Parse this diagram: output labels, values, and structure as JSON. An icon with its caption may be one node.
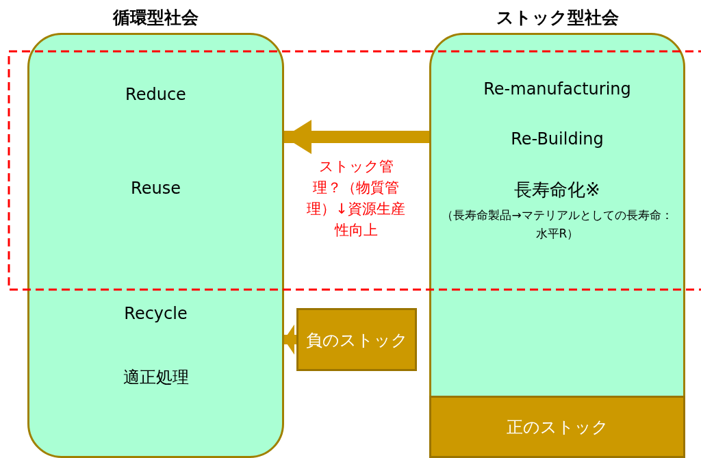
{
  "diagram": {
    "nodes": [
      {
        "text": [
          "循環型社会",
          "Reduce",
          "Reuse",
          "Recycle",
          "適正処理"
        ]
      },
      {
        "text": [
          "ストック型社会",
          "Re-manufacturing",
          "Re-Building",
          "長寿命化※",
          "（長寿命製品→マテリアルとしての長寿命：水平R）"
        ]
      },
      {
        "text": [
          "正のストック"
        ],
        "in": 1
      },
      {
        "text": [
          "負のストック"
        ]
      }
    ],
    "edges": [
      {
        "from": 1,
        "to": 0,
        "arrow": "to"
      },
      {
        "from": 3,
        "to": 0,
        "arrow": "to"
      }
    ],
    "labels": [
      "ストック管理？（物質管理）↓資源生産性向上"
    ]
  }
}
